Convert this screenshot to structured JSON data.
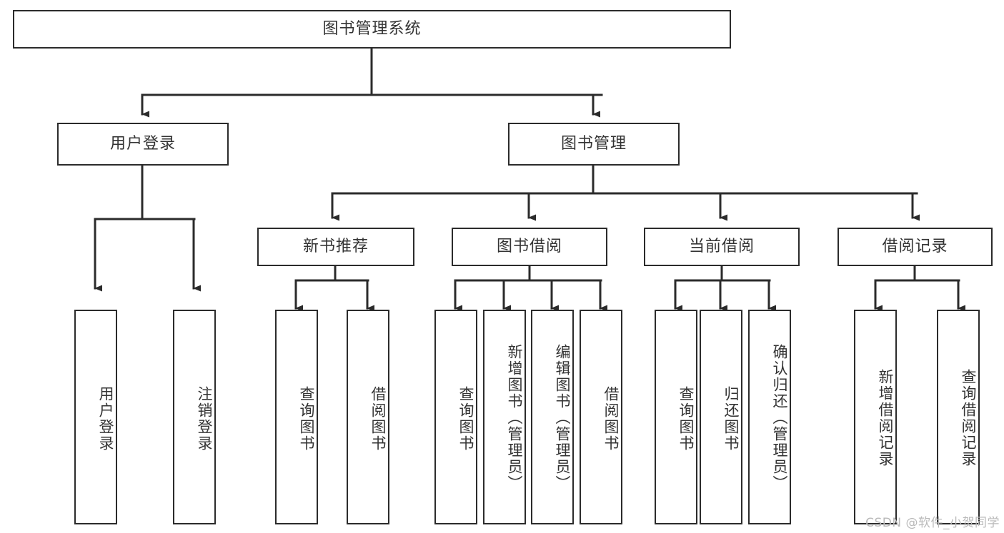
{
  "diagram": {
    "title": "图书管理系统",
    "type": "tree-hierarchy",
    "colors": {
      "stroke": "#2b2b2b",
      "text": "#333333",
      "background": "#ffffff",
      "watermark": "#b9b9b9"
    },
    "root": {
      "label": "图书管理系统"
    },
    "level2": [
      {
        "id": "user-login",
        "label": "用户登录"
      },
      {
        "id": "book-manage",
        "label": "图书管理"
      }
    ],
    "level3": [
      {
        "id": "new-book-recommend",
        "label": "新书推荐"
      },
      {
        "id": "book-borrow",
        "label": "图书借阅"
      },
      {
        "id": "current-borrow",
        "label": "当前借阅"
      },
      {
        "id": "borrow-record",
        "label": "借阅记录"
      }
    ],
    "leaves": {
      "user-login": [
        {
          "id": "leaf-user-login",
          "label": "用户登录"
        },
        {
          "id": "leaf-logout-login",
          "label": "注销登录"
        }
      ],
      "new-book-recommend": [
        {
          "id": "leaf-query-book-1",
          "label": "查询图书"
        },
        {
          "id": "leaf-borrow-book-1",
          "label": "借阅图书"
        }
      ],
      "book-borrow": [
        {
          "id": "leaf-query-book-2",
          "label": "查询图书"
        },
        {
          "id": "leaf-add-book-admin",
          "label": "新增图书（管理员）"
        },
        {
          "id": "leaf-edit-book-admin",
          "label": "编辑图书（管理员）"
        },
        {
          "id": "leaf-borrow-book-2",
          "label": "借阅图书"
        }
      ],
      "current-borrow": [
        {
          "id": "leaf-query-book-3",
          "label": "查询图书"
        },
        {
          "id": "leaf-return-book",
          "label": "归还图书"
        },
        {
          "id": "leaf-confirm-return-admin",
          "label": "确认归还（管理员）"
        }
      ],
      "borrow-record": [
        {
          "id": "leaf-add-borrow-record",
          "label": "新增借阅记录"
        },
        {
          "id": "leaf-query-borrow-record",
          "label": "查询借阅记录"
        }
      ]
    },
    "watermark": "CSDN @软件_小贺同学"
  }
}
